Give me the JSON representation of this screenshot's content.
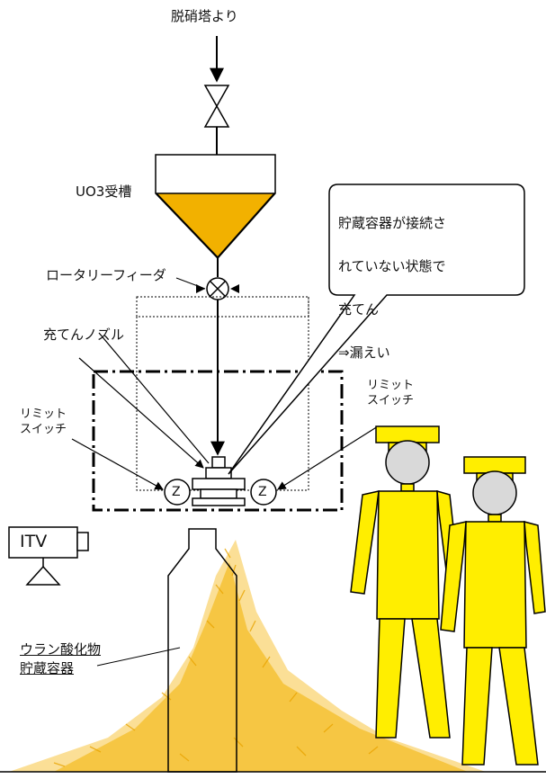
{
  "labels": {
    "source": "脱硝塔より",
    "uo3_tank": "UO3受槽",
    "rotary_feeder": "ロータリーフィーダ",
    "nozzle": "充てんノズル",
    "limit_switch_left_1": "リミット",
    "limit_switch_left_2": "スイッチ",
    "limit_switch_right_1": "リミット",
    "limit_switch_right_2": "スイッチ",
    "switch_symbol": "Z",
    "itv": "ITV",
    "container_1": "ウラン酸化物",
    "container_2": "貯蔵容器"
  },
  "callout": {
    "line1": "貯蔵容器が接続さ",
    "line2": "れていない状態で",
    "line3": "充てん",
    "line4": "⇒漏えい"
  },
  "colors": {
    "uranium": "#f2b100",
    "worker_yellow": "#ffee00",
    "worker_head": "#d9d9d9",
    "line": "#000000"
  }
}
